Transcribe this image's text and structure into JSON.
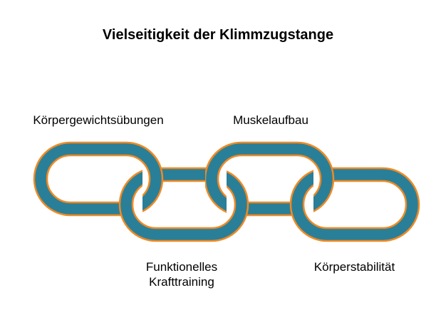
{
  "title": "Vielseitigkeit der Klimmzugstange",
  "colors": {
    "link_fill": "#2a7f98",
    "link_outline": "#f08a24",
    "background": "#ffffff"
  },
  "links": [
    {
      "label": "Körpergewichtsübungen"
    },
    {
      "label": "Muskelaufbau"
    },
    {
      "label": "Funktionelles\nKrafttraining"
    },
    {
      "label": "Körperstabilität"
    }
  ]
}
